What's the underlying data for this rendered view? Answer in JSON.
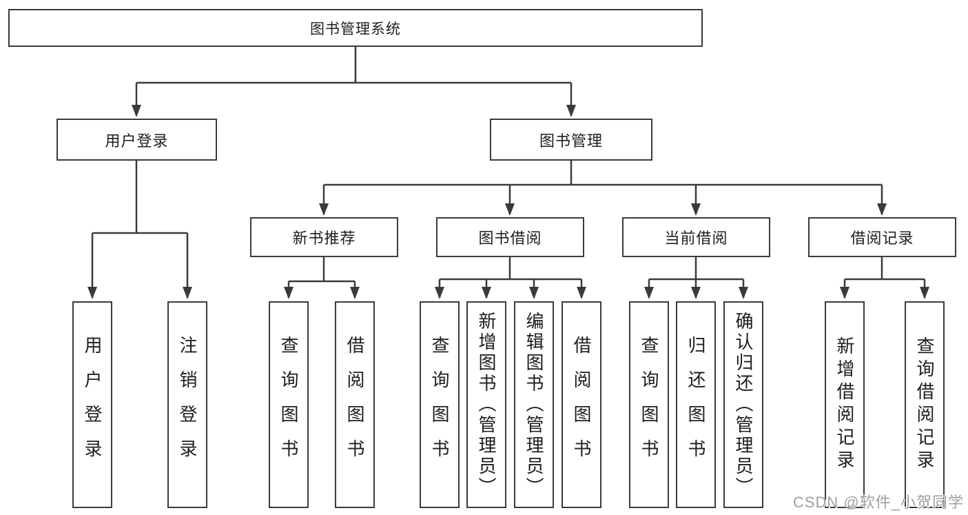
{
  "colors": {
    "background": "#ffffff",
    "line": "#3a3a3a",
    "text": "#1d1d1d",
    "watermark": "#9e9e9e"
  },
  "watermark": {
    "text": "CSDN @软件_小贺同学"
  },
  "tree": {
    "root": {
      "label": "图书管理系统",
      "children": [
        {
          "label": "用户登录",
          "children": [
            {
              "label": "用户登录"
            },
            {
              "label": "注销登录"
            }
          ]
        },
        {
          "label": "图书管理",
          "children": [
            {
              "label": "新书推荐",
              "children": [
                {
                  "label": "查询图书"
                },
                {
                  "label": "借阅图书"
                }
              ]
            },
            {
              "label": "图书借阅",
              "children": [
                {
                  "label": "查询图书"
                },
                {
                  "label": "新增图书（管理员）"
                },
                {
                  "label": "编辑图书（管理员）"
                },
                {
                  "label": "借阅图书"
                }
              ]
            },
            {
              "label": "当前借阅",
              "children": [
                {
                  "label": "查询图书"
                },
                {
                  "label": "归还图书"
                },
                {
                  "label": "确认归还（管理员）"
                }
              ]
            },
            {
              "label": "借阅记录",
              "children": [
                {
                  "label": "新增借阅记录"
                },
                {
                  "label": "查询借阅记录"
                }
              ]
            }
          ]
        }
      ]
    }
  }
}
